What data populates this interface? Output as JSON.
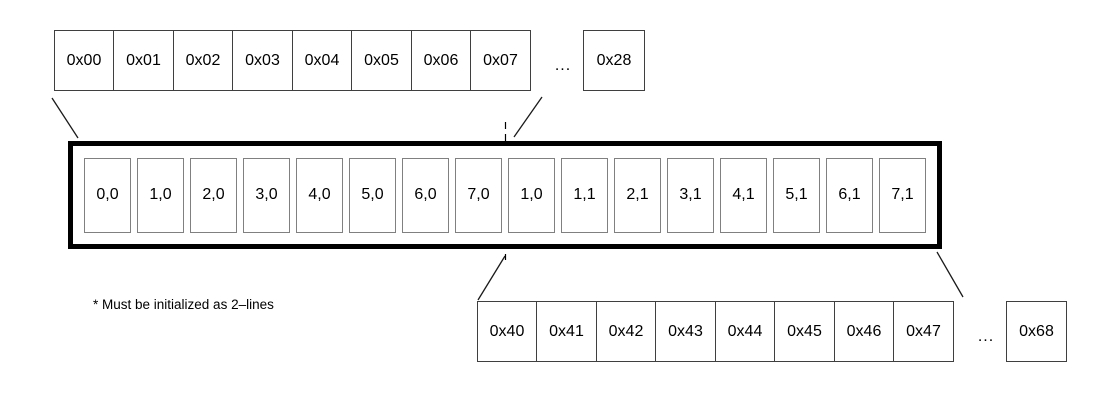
{
  "diagram": {
    "top_row": {
      "cells": [
        "0x00",
        "0x01",
        "0x02",
        "0x03",
        "0x04",
        "0x05",
        "0x06",
        "0x07"
      ],
      "ellipsis": "...",
      "last_cell": "0x28"
    },
    "main_box": {
      "cells": [
        "0,0",
        "1,0",
        "2,0",
        "3,0",
        "4,0",
        "5,0",
        "6,0",
        "7,0",
        "1,0",
        "1,1",
        "2,1",
        "3,1",
        "4,1",
        "5,1",
        "6,1",
        "7,1"
      ]
    },
    "bottom_row": {
      "cells": [
        "0x40",
        "0x41",
        "0x42",
        "0x43",
        "0x44",
        "0x45",
        "0x46",
        "0x47"
      ],
      "ellipsis": "...",
      "last_cell": "0x68"
    },
    "note": "* Must be initialized as 2–lines",
    "colors": {
      "background": "#ffffff",
      "main_box_border": "#000000",
      "memory_cell_border": "#808080",
      "address_cell_border": "#3f3f3f",
      "text": "#000000",
      "connector_line": "#1a1a1a"
    }
  }
}
